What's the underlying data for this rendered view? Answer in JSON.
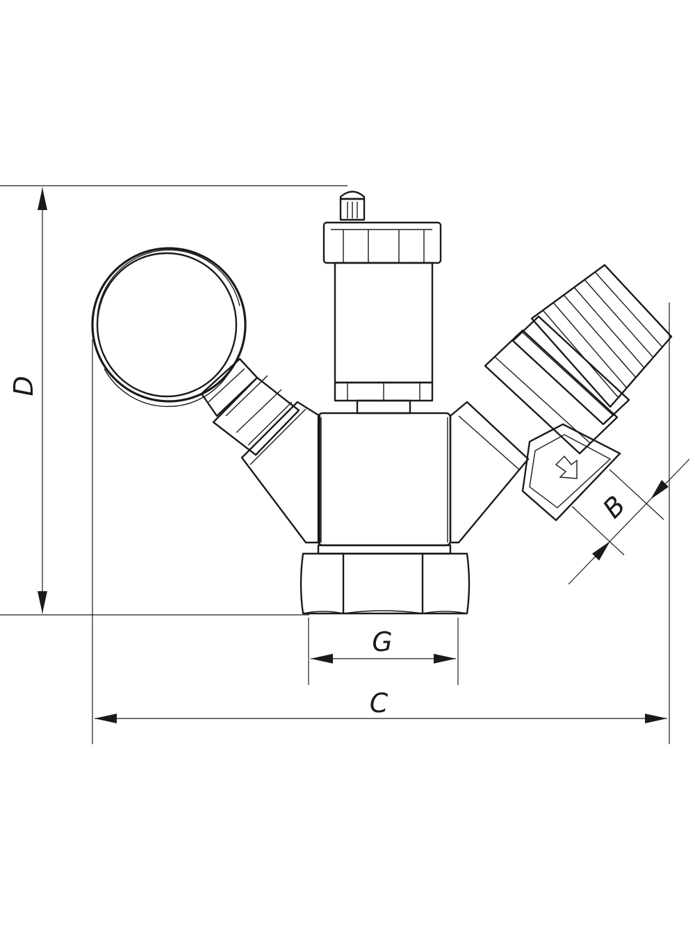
{
  "dimensions": {
    "d_label": "D",
    "c_label": "C",
    "g_label": "G",
    "b_label": "B"
  },
  "colors": {
    "line": "#1a1a1a",
    "background": "#ffffff"
  }
}
